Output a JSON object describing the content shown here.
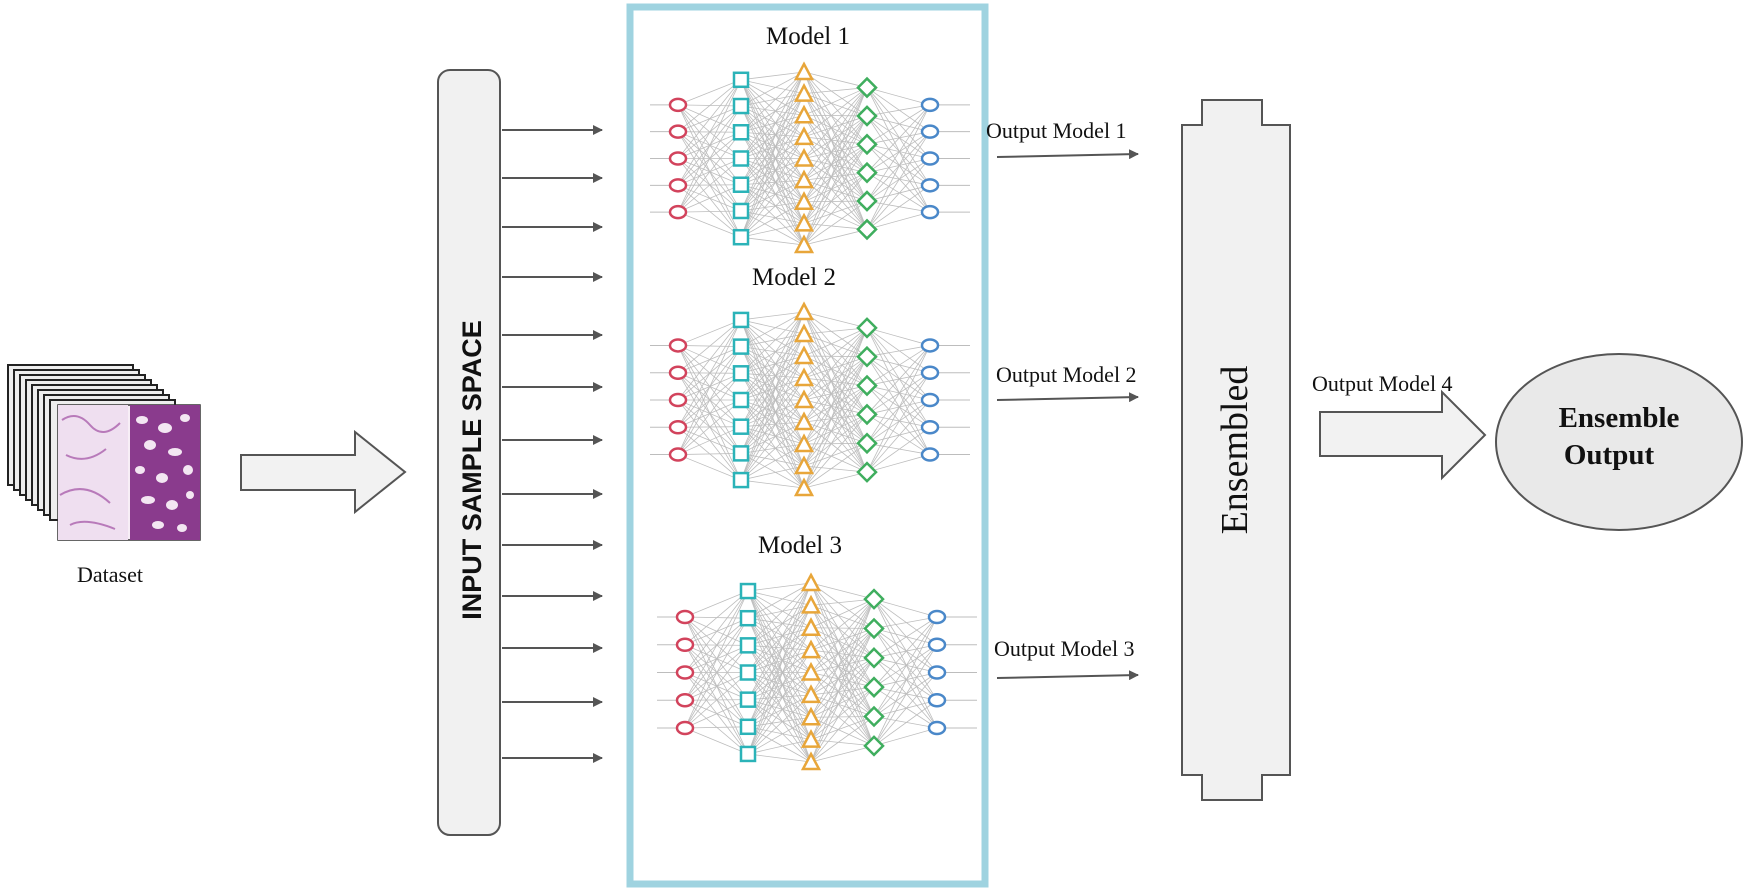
{
  "dataset": {
    "label": "Dataset"
  },
  "sample_space": {
    "label": "INPUT SAMPLE SPACE"
  },
  "models": [
    {
      "title": "Model  1",
      "output_label": "Output Model 1"
    },
    {
      "title": "Model  2",
      "output_label": "Output Model 2"
    },
    {
      "title": "Model  3",
      "output_label": "Output Model 3"
    }
  ],
  "ensembled": {
    "label": "Ensembled"
  },
  "final": {
    "arrow_label": "Output Model 4",
    "line1": "Ensemble",
    "line2": "Output"
  },
  "network": {
    "layers": [
      {
        "shape": "circle",
        "color": "#d2435c",
        "count": 5
      },
      {
        "shape": "square",
        "color": "#2bb3b8",
        "count": 7
      },
      {
        "shape": "triangle",
        "color": "#e8a63a",
        "count": 9
      },
      {
        "shape": "diamond",
        "color": "#3fae5e",
        "count": 6
      },
      {
        "shape": "circle",
        "color": "#4a88c9",
        "count": 5
      }
    ]
  },
  "colors": {
    "models_frame": "#9fd3e0",
    "panel_fill": "#f1f1f1",
    "panel_stroke": "#555555",
    "arrow": "#555555"
  }
}
